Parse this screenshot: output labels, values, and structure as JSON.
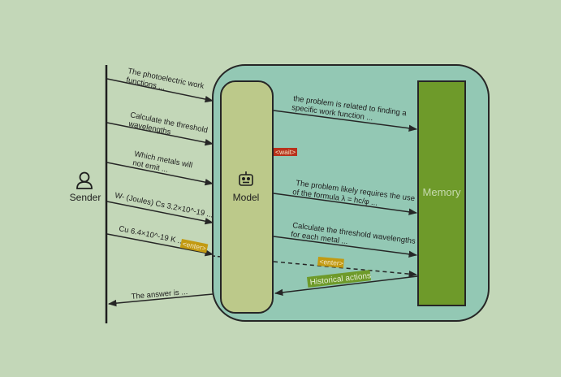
{
  "colors": {
    "background": "#c3d7b8",
    "container": "#93c8b4",
    "model": "#bcc98a",
    "memory": "#6e9a2a",
    "wait_tag": "#b8321c",
    "enter_tag": "#c29a12",
    "historical_tag": "#6e9a2a",
    "stroke": "#262626"
  },
  "actors": {
    "sender": {
      "label": "Sender",
      "icon": "user-icon"
    },
    "model": {
      "label": "Model",
      "icon": "robot-icon"
    },
    "memory": {
      "label": "Memory"
    }
  },
  "sender_messages": [
    {
      "line1": "The photoelectric work",
      "line2": "functions ..."
    },
    {
      "line1": "Calculate the threshold",
      "line2": "wavelengths"
    },
    {
      "line1": "Which metals will",
      "line2": "not emit ..."
    },
    {
      "line1": "W- (Joules) Cs 3.2×10^-19 ...",
      "line2": ""
    },
    {
      "line1": "Cu 6.4×10^-19 K ...",
      "line2": "",
      "tag": "<enter>"
    }
  ],
  "reply": {
    "text": "The answer is ..."
  },
  "model_messages": [
    {
      "line1": "the problem is related to finding a",
      "line2": "specific work function ..."
    },
    {
      "line1": "The problem likely requires the use",
      "line2": "of the formula λ = hc/φ ..."
    },
    {
      "line1": "Calculate the threshold wavelengths",
      "line2": "for each metal ..."
    }
  ],
  "tags": {
    "wait": "<wait>",
    "enter_model": "<enter>",
    "historical": "Historical actions"
  }
}
